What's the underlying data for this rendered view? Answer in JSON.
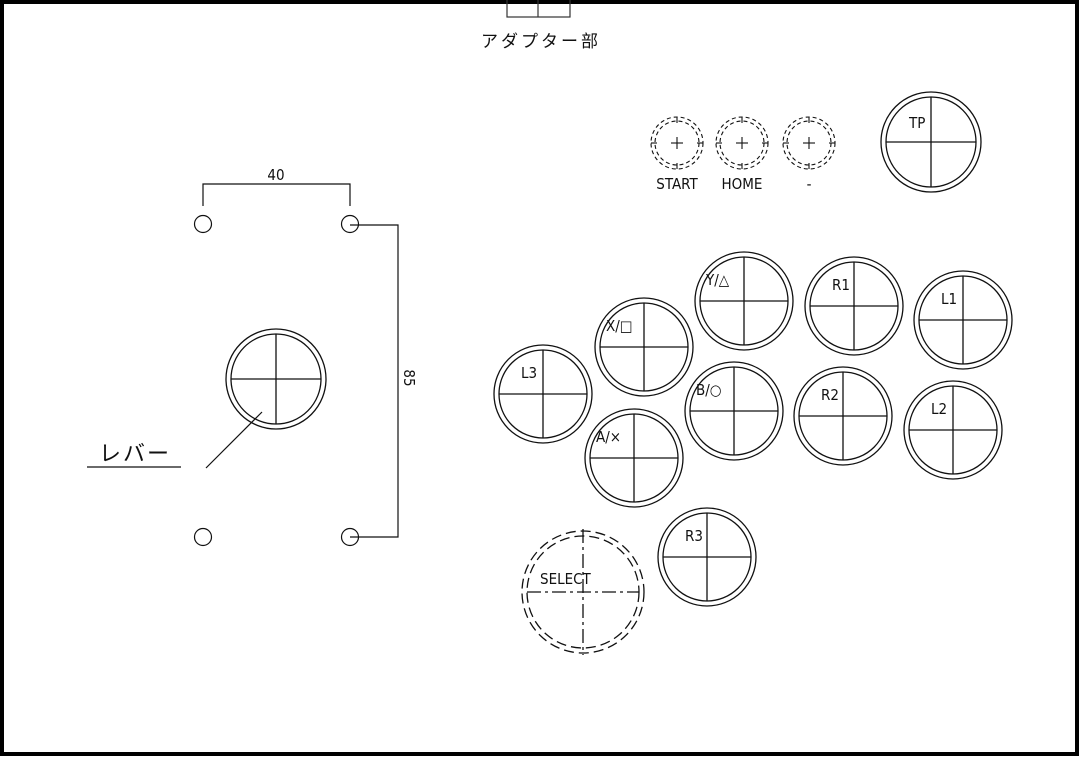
{
  "adapter": {
    "label": "アダプター部"
  },
  "lever": {
    "label": "レバー"
  },
  "dimensions": {
    "width": "40",
    "height": "85"
  },
  "small_buttons": [
    {
      "id": "start",
      "label": "START"
    },
    {
      "id": "home",
      "label": "HOME"
    },
    {
      "id": "minus",
      "label": "-"
    }
  ],
  "buttons": [
    {
      "id": "tp",
      "label": "TP"
    },
    {
      "id": "l3",
      "label": "L3"
    },
    {
      "id": "x",
      "label": "X/□"
    },
    {
      "id": "y",
      "label": "Y/△"
    },
    {
      "id": "r1",
      "label": "R1"
    },
    {
      "id": "l1",
      "label": "L1"
    },
    {
      "id": "b",
      "label": "B/○"
    },
    {
      "id": "r2",
      "label": "R2"
    },
    {
      "id": "l2",
      "label": "L2"
    },
    {
      "id": "a",
      "label": "A/×"
    },
    {
      "id": "r3",
      "label": "R3"
    },
    {
      "id": "select",
      "label": "SELECT",
      "style": "dashed"
    }
  ]
}
